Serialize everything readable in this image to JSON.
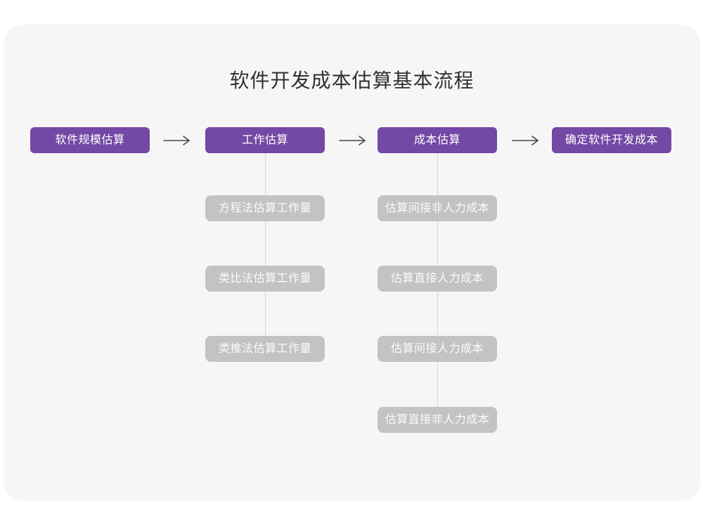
{
  "title": "软件开发成本估算基本流程",
  "colors": {
    "page_background": "#ffffff",
    "card_background": "#f6f6f7",
    "primary": "#7448a5",
    "secondary": "#c3c3c4",
    "connector": "#d5d5d5",
    "arrow": "#464646",
    "title_text": "#332f33",
    "node_text": "#ffffff",
    "subnode_text": "#fbfbfb"
  },
  "flow": {
    "main_nodes": [
      {
        "label": "软件规模估算"
      },
      {
        "label": "工作估算"
      },
      {
        "label": "成本估算"
      },
      {
        "label": "确定软件开发成本"
      }
    ],
    "work_estimation_methods": [
      {
        "label": "方程法估算工作量"
      },
      {
        "label": "类比法估算工作量"
      },
      {
        "label": "类推法估算工作量"
      }
    ],
    "cost_estimation_steps": [
      {
        "label": "估算间接非人力成本"
      },
      {
        "label": "估算直接人力成本"
      },
      {
        "label": "估算间接人力成本"
      },
      {
        "label": "估算直接非人力成本"
      }
    ]
  }
}
